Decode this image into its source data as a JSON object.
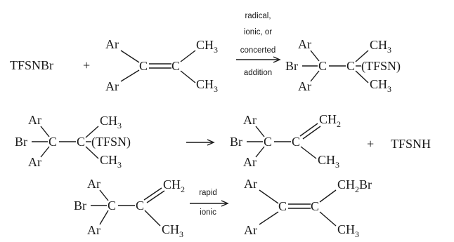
{
  "row1": {
    "reagent": "TFSNBr",
    "plus": "+",
    "alkene": {
      "ar_top": "Ar",
      "ar_bottom": "Ar",
      "c_left": "C",
      "c_right": "C",
      "ch3_top": "CH",
      "ch3_top_sub": "3",
      "ch3_bottom": "CH",
      "ch3_bottom_sub": "3"
    },
    "conditions": [
      "radical,",
      "ionic, or",
      "concerted",
      "addition"
    ],
    "adduct": {
      "ar_top": "Ar",
      "br": "Br",
      "c_left": "C",
      "ar_bottom": "Ar",
      "c_right": "C",
      "ch3_top": "CH",
      "ch3_top_sub": "3",
      "tfsn": "(TFSN)",
      "ch3_bottom": "CH",
      "ch3_bottom_sub": "3"
    }
  },
  "row2": {
    "adduct": {
      "ar_top": "Ar",
      "br": "Br",
      "c_left": "C",
      "ar_bottom": "Ar",
      "c_right": "C",
      "ch3_top": "CH",
      "ch3_top_sub": "3",
      "tfsn": "(TFSN)",
      "ch3_bottom": "CH",
      "ch3_bottom_sub": "3"
    },
    "product": {
      "ar_top": "Ar",
      "br": "Br",
      "c_left": "C",
      "ar_bottom": "Ar",
      "c_right": "C",
      "ch2": "CH",
      "ch2_sub": "2",
      "ch3": "CH",
      "ch3_sub": "3"
    },
    "plus": "+",
    "byproduct": "TFSNH"
  },
  "row3": {
    "reactant": {
      "ar_top": "Ar",
      "br": "Br",
      "c_left": "C",
      "ar_bottom": "Ar",
      "c_right": "C",
      "ch2": "CH",
      "ch2_sub": "2",
      "ch3": "CH",
      "ch3_sub": "3"
    },
    "conditions": [
      "rapid",
      "ionic"
    ],
    "product": {
      "ar_top": "Ar",
      "ar_bottom": "Ar",
      "c_left": "C",
      "c_right": "C",
      "ch2br": "CH",
      "ch2br_sub": "2",
      "ch2br_tail": "Br",
      "ch3": "CH",
      "ch3_sub": "3"
    }
  }
}
